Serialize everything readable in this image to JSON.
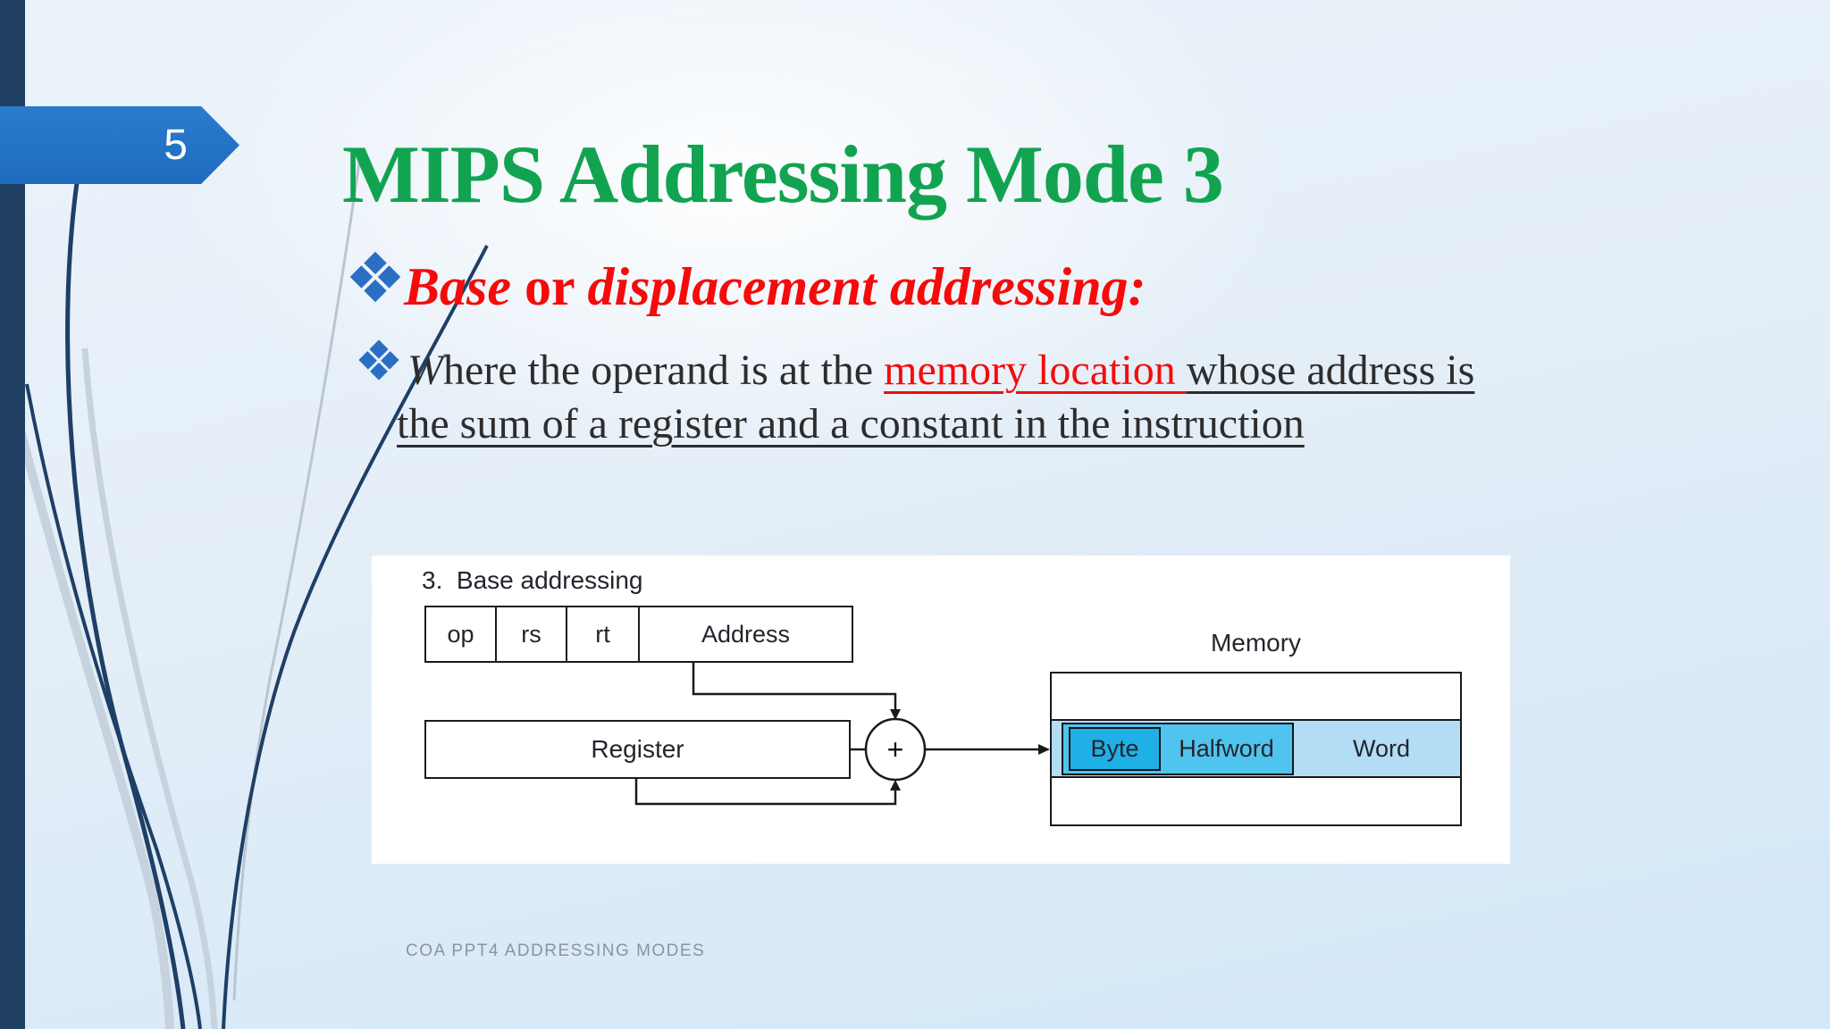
{
  "slide": {
    "page_number": "5",
    "title": "MIPS Addressing Mode 3",
    "footer": "COA PPT4 ADDRESSING MODES",
    "bullet1": {
      "base": "Base",
      "or": " or ",
      "rest": "displacement addressing:"
    },
    "bullet2": {
      "lead": "W",
      "seg1": "here the operand is at the ",
      "highlight": "memory location ",
      "seg2": "whose address is",
      "line2": "the sum of a register and a constant in the instruction"
    }
  },
  "figure": {
    "caption": "3.  Base addressing",
    "instruction_fields": [
      "op",
      "rs",
      "rt",
      "Address"
    ],
    "register_label": "Register",
    "adder_label": "+",
    "memory_label": "Memory",
    "byte_label": "Byte",
    "halfword_label": "Halfword",
    "word_label": "Word"
  },
  "colors": {
    "title_green": "#12a351",
    "accent_red": "#f50b0b",
    "sidebar_navy": "#1f3f63",
    "page_arrow_blue": "#2273c8",
    "bullet_diamond_blue": "#2b6fc4",
    "memory_row_fill": "#b3ddf4",
    "halfword_fill": "#4fc4ee",
    "byte_fill": "#1fb0e6"
  }
}
